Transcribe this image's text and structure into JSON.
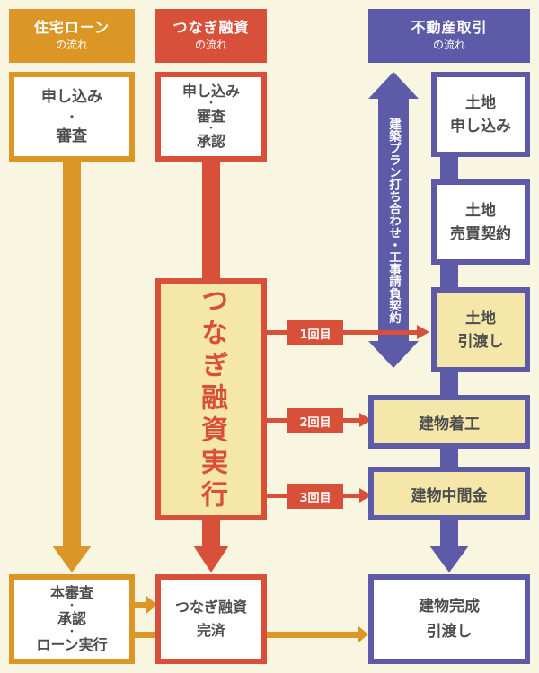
{
  "colors": {
    "background": "#f8f6e1",
    "housing_loan": "#dc9626",
    "bridge_loan": "#d9503a",
    "real_estate": "#5d5aa8",
    "highlight_fill": "#f5e7a9",
    "text": "#4d4d4d"
  },
  "headers": {
    "housing_loan": {
      "title": "住宅ローン",
      "subtitle": "の流れ"
    },
    "bridge_loan": {
      "title": "つなぎ融資",
      "subtitle": "の流れ"
    },
    "real_estate": {
      "title": "不動産取引",
      "subtitle": "の流れ"
    }
  },
  "housing_loan": {
    "step1": [
      "申し込み",
      "・",
      "審査"
    ],
    "step2": [
      "本審査",
      "・",
      "承認",
      "・",
      "ローン実行"
    ]
  },
  "bridge_loan": {
    "step1": [
      "申し込み",
      "・",
      "審査",
      "・",
      "承認"
    ],
    "execution": "つなぎ融資実行",
    "completion": [
      "つなぎ融資",
      "完済"
    ]
  },
  "real_estate": {
    "steps": [
      [
        "土地",
        "申し込み"
      ],
      [
        "土地",
        "売買契約"
      ],
      [
        "土地",
        "引渡し"
      ]
    ],
    "construction_start": "建物着工",
    "interim_payment": "建物中間金",
    "completion": [
      "建物完成",
      "引渡し"
    ],
    "side_arrow_label": "建築プラン打ち合わせ・工事請負契約"
  },
  "disbursements": [
    "1回目",
    "2回目",
    "3回目"
  ]
}
